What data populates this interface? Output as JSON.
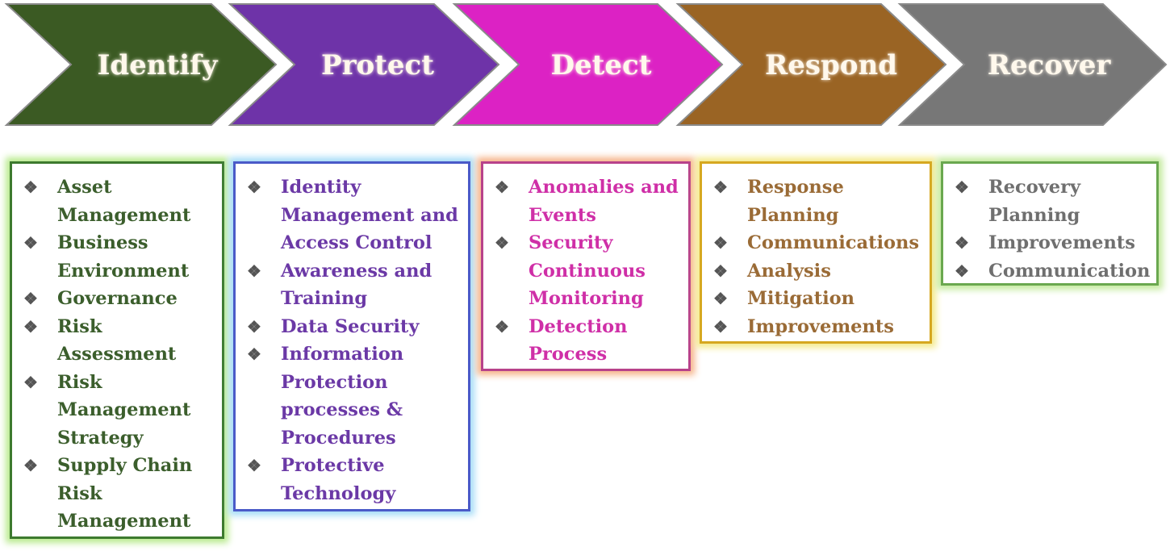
{
  "stages": [
    {
      "id": "identify",
      "label": "Identify",
      "color": "#3b5a23",
      "items": [
        "Asset Management",
        "Business Environment",
        "Governance",
        "Risk Assessment",
        "Risk Management Strategy",
        "Supply Chain Risk Management"
      ]
    },
    {
      "id": "protect",
      "label": "Protect",
      "color": "#6e33a8",
      "items": [
        "Identity Management and Access Control",
        "Awareness and Training",
        "Data Security",
        "Information Protection processes & Procedures",
        "Protective Technology"
      ]
    },
    {
      "id": "detect",
      "label": "Detect",
      "color": "#dc22c4",
      "items": [
        "Anomalies and Events",
        "Security Continuous Monitoring",
        "Detection Process"
      ]
    },
    {
      "id": "respond",
      "label": "Respond",
      "color": "#9a6424",
      "items": [
        "Response Planning",
        "Communications",
        "Analysis",
        "Mitigation",
        "Improvements"
      ]
    },
    {
      "id": "recover",
      "label": "Recover",
      "color": "#777777",
      "items": [
        "Recovery Planning",
        "Improvements",
        "Communication"
      ]
    }
  ],
  "bullet_icon": "diamond-dots-icon"
}
